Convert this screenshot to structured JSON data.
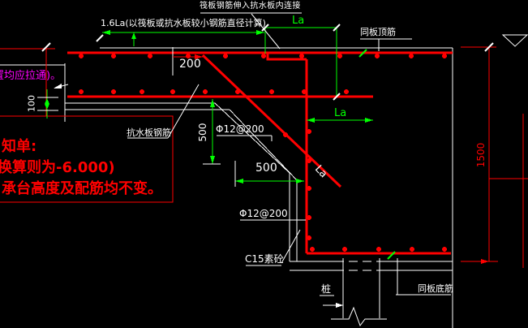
{
  "drawing": {
    "type": "CAD structural detail (pile cap / waterproof slab section)",
    "background_color": "#000000",
    "colors": {
      "rebar": "#ff0000",
      "outline": "#ffffff",
      "dimension": "#00ff00",
      "note_highlight": "#ff00ff",
      "warning_text": "#ff0000"
    },
    "labels": {
      "top_note": "筏板钢筋伸入抗水板内连接",
      "anchor_note": "1.6La(以筏板或抗水板较小钢筋直径计算)",
      "la_top": "La",
      "la_mid": "La",
      "la_diag": "La",
      "top_bar_label": "同板顶筋",
      "pull_through_note": "置均应拉通)。",
      "slab_rebar_label": "抗水板钢筋",
      "phi_upper": "Φ12@200",
      "phi_lower": "Φ12@200",
      "c15_label": "C15素砼",
      "pile_label": "桩",
      "bottom_bar_label": "同板底筋"
    },
    "dimensions": {
      "dim_200": "200",
      "dim_100": "100",
      "dim_500_vertical": "500",
      "dim_500_horizontal": "500",
      "dim_1500": "1500"
    },
    "notice": {
      "line1": "知单:",
      "line2": "换算则为-6.000)",
      "line3": "承台高度及配筋均不变。"
    }
  }
}
